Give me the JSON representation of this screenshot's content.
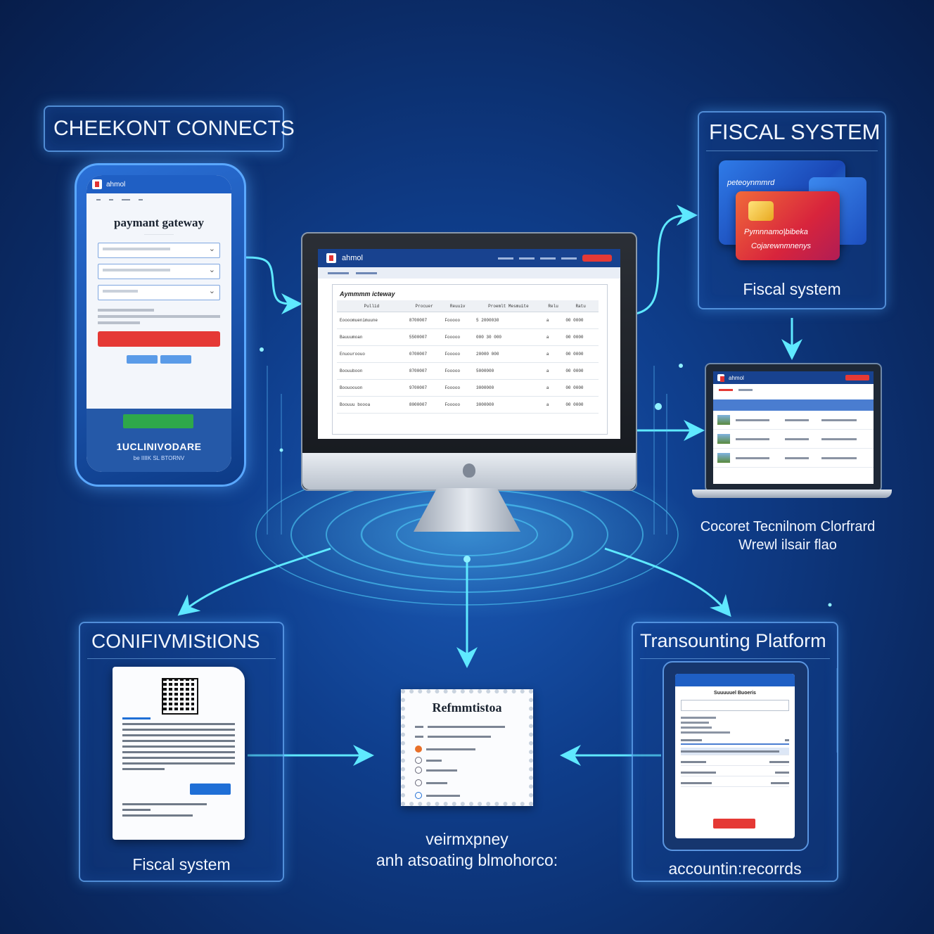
{
  "panels": {
    "connects": {
      "title": "CHEEKONT CONNECTS"
    },
    "fiscal_top": {
      "title": "FISCAL SYSTEM",
      "caption": "Fiscal system",
      "card_front_line1": "Pymnnamo|bibeka",
      "card_front_line2": "Cojarewnmnenys",
      "card_back_label": "peteoynmmrd"
    },
    "confirmations": {
      "title": "CONIFIVMIStIONS",
      "caption": "Fiscal system"
    },
    "transounting": {
      "title": "Transounting Platform",
      "caption": "accountin:recorrds"
    }
  },
  "phone": {
    "brand": "ahmol",
    "title": "paymant gateway",
    "footer_title": "1UCLINIVODARE",
    "footer_sub": "be IIIIK SL BTORNV"
  },
  "monitor": {
    "brand": "ahmol",
    "card_title": "Aymmmm icteway",
    "table_headers": [
      "Pullid",
      "Procuer",
      "Reuuiv",
      "Proemlt Mesmuite",
      "Relu",
      "Ratu"
    ],
    "table_rows": [
      [
        "Eoooomuenimuune",
        "8700007",
        "Fooooo",
        "5 2000030",
        "a",
        "00 0000"
      ],
      [
        "Bauuumoan",
        "5500007",
        "Fooooo",
        "000 30 000",
        "a",
        "00 0000"
      ],
      [
        "Enuouroouo",
        "0700007",
        "Fooooo",
        "20000 000",
        "a",
        "00 0000"
      ],
      [
        "Boouuboon",
        "8700007",
        "Fooooo",
        "5000000",
        "a",
        "00 0000"
      ],
      [
        "Boouoouon",
        "9700007",
        "Fooooo",
        "3000000",
        "a",
        "00 0000"
      ],
      [
        "Boouuu boooa",
        "8000007",
        "Fooooo",
        "3000000",
        "a",
        "00 0000"
      ]
    ]
  },
  "laptop": {
    "brand": "ahmol",
    "caption_line1": "Cocoret Tecnilnom Clorfrard",
    "caption_line2": "Wrewl ilsair flao"
  },
  "refund": {
    "title": "Refmmtistoa",
    "caption_line1": "veirmxpney",
    "caption_line2": "anh atsoating blmohorco:"
  },
  "tablet": {
    "title": "Suuuuuel Buoeris"
  },
  "colors": {
    "accent_red": "#e53935",
    "flow_cyan": "#4fe3ff",
    "panel_border": "#6eb4ff"
  }
}
